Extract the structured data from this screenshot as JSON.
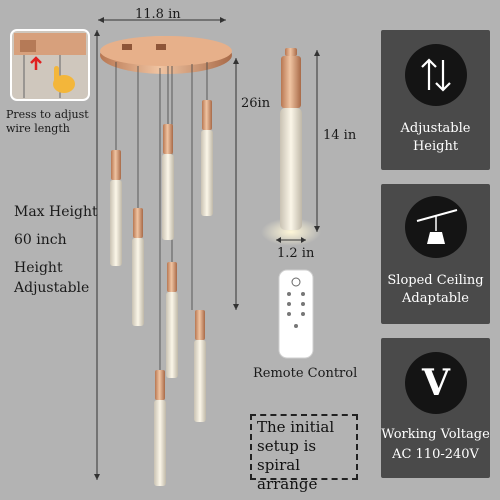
{
  "dimensions": {
    "canopy_width": "11.8 in",
    "drop_length": "26in",
    "tube_height": "14 in",
    "tube_diameter": "1.2 in"
  },
  "inset_caption": "Press to adjust wire length",
  "left_text": {
    "max_height_label": "Max Height",
    "max_height_value": "60 inch",
    "adjustable_line1": "Height",
    "adjustable_line2": "Adjustable"
  },
  "remote_label": "Remote Control",
  "note": "The initial setup is spiral arrange",
  "features": [
    {
      "icon": "up-down-arrows-icon",
      "line1": "Adjustable",
      "line2": "Height"
    },
    {
      "icon": "sloped-ceiling-lamp-icon",
      "line1": "Sloped Ceiling",
      "line2": "Adaptable"
    },
    {
      "icon": "voltage-v-icon",
      "glyph": "V",
      "line1": "Working Voltage",
      "line2": "AC 110-240V"
    }
  ],
  "colors": {
    "background": "#b3b3b3",
    "panel": "#4a4a4a",
    "rose_gold": "#d9a079",
    "icon_circle": "#141414"
  }
}
